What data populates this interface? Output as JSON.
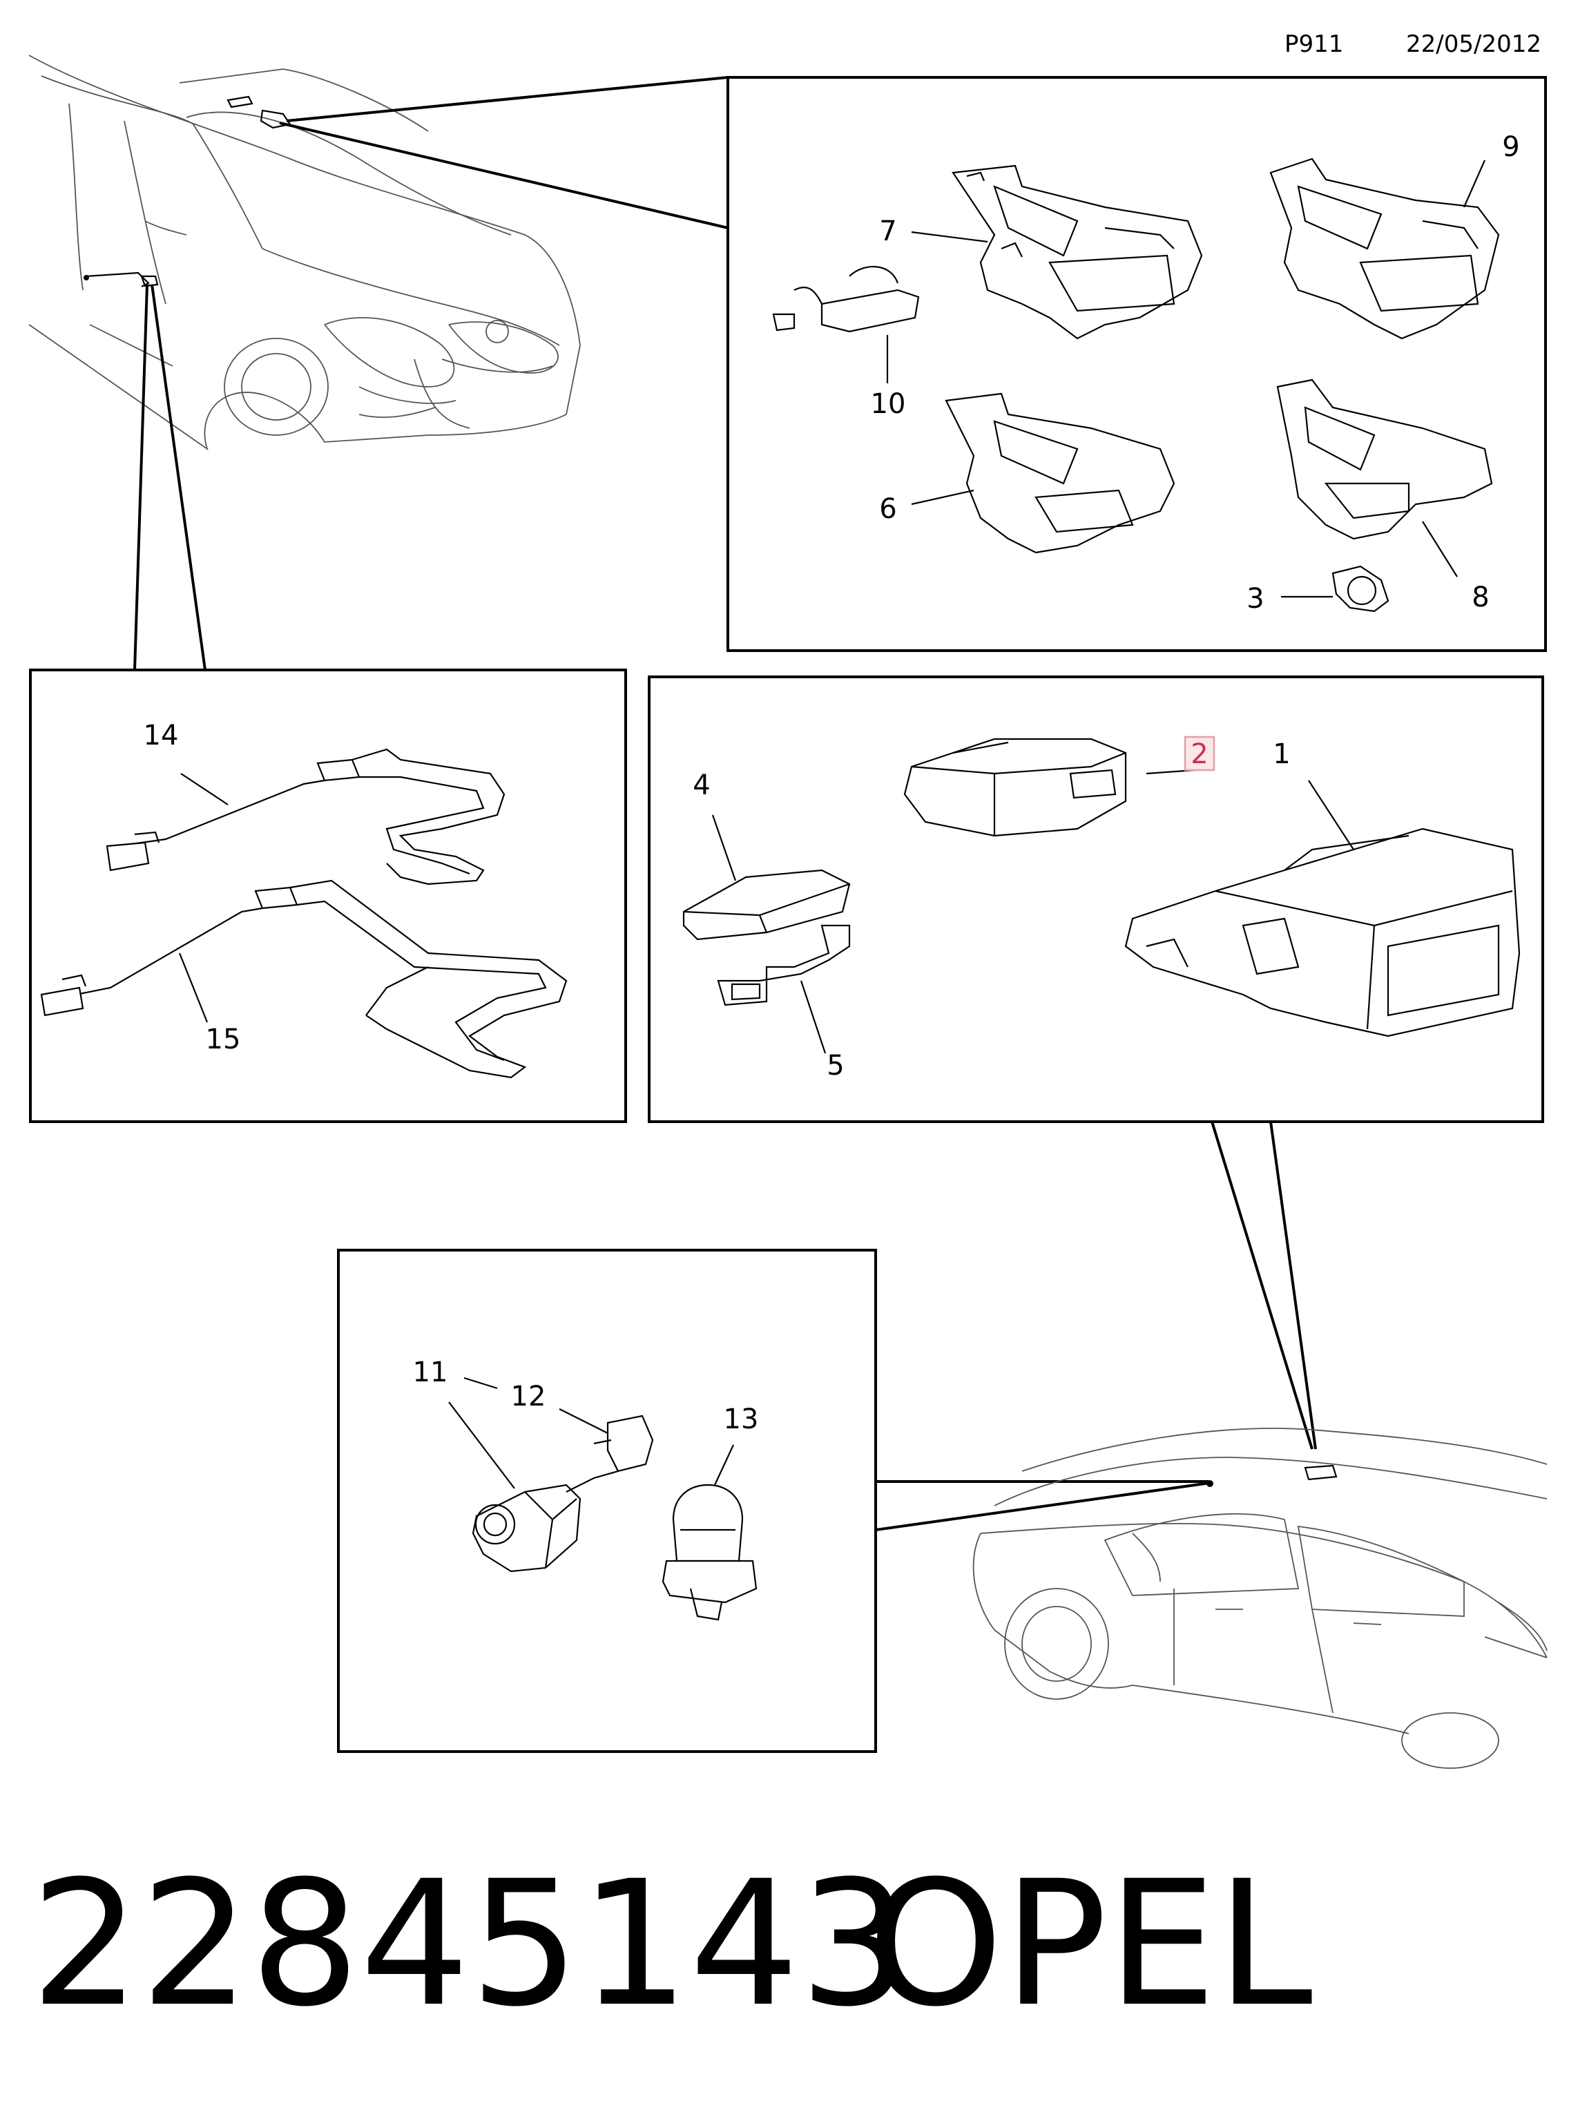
{
  "header": {
    "page_code": "P911",
    "date": "22/05/2012"
  },
  "callouts": {
    "c1": "1",
    "c2": "2",
    "c3": "3",
    "c4": "4",
    "c5": "5",
    "c6": "6",
    "c7": "7",
    "c8": "8",
    "c9": "9",
    "c10": "10",
    "c11": "11",
    "c12": "12",
    "c13": "13",
    "c14": "14",
    "c15": "15"
  },
  "highlight": {
    "callout": "2",
    "box_color": "#e0a0a8",
    "fill_color": "#fbe6e9",
    "text_color": "#c8324a"
  },
  "footer": {
    "part_number": "22845143",
    "brand": "OPEL"
  }
}
